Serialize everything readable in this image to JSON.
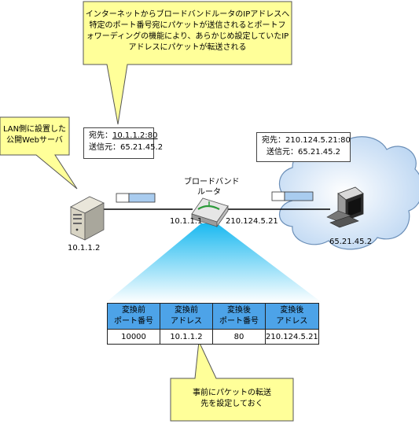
{
  "top_callout": {
    "lines": [
      "インターネットからブロードバンドルータのIPアドレスへ",
      "特定のポート番号宛にパケットが送信されるとポートフ",
      "ォワーディングの機能により、あらかじめ設定していたIP",
      "アドレスにパケットが転送される"
    ]
  },
  "left_callout": {
    "lines": [
      "LAN側に設置した",
      "公開Webサーバ"
    ]
  },
  "bottom_callout": {
    "lines": [
      "事前にパケットの転送",
      "先を設定しておく"
    ]
  },
  "left_packet": {
    "dest_label": "宛先：",
    "dest_value": "10.1.1.2:80",
    "src": "送信元：65.21.45.2"
  },
  "right_packet": {
    "dest": "宛先：210.124.5.21:80",
    "src": "送信元：65.21.45.2"
  },
  "router": {
    "label_line1": "ブロードバンド",
    "label_line2": "ルータ",
    "lan_ip": "10.1.1.1",
    "wan_ip": "210.124.5.21"
  },
  "server": {
    "ip": "10.1.1.2"
  },
  "client": {
    "ip": "65.21.45.2"
  },
  "nat_table": {
    "headers": [
      [
        "変換前",
        "ポート番号"
      ],
      [
        "変換前",
        "アドレス"
      ],
      [
        "変換後",
        "ポート番号"
      ],
      [
        "変換後",
        "アドレス"
      ]
    ],
    "row": [
      "10000",
      "10.1.1.2",
      "80",
      "210.124.5.21"
    ]
  },
  "colors": {
    "callout_fill": "#ffff99",
    "table_header": "#4da3e8",
    "packet_fill": "#a9ccef",
    "cloud_fill": "#cfe1f5"
  }
}
